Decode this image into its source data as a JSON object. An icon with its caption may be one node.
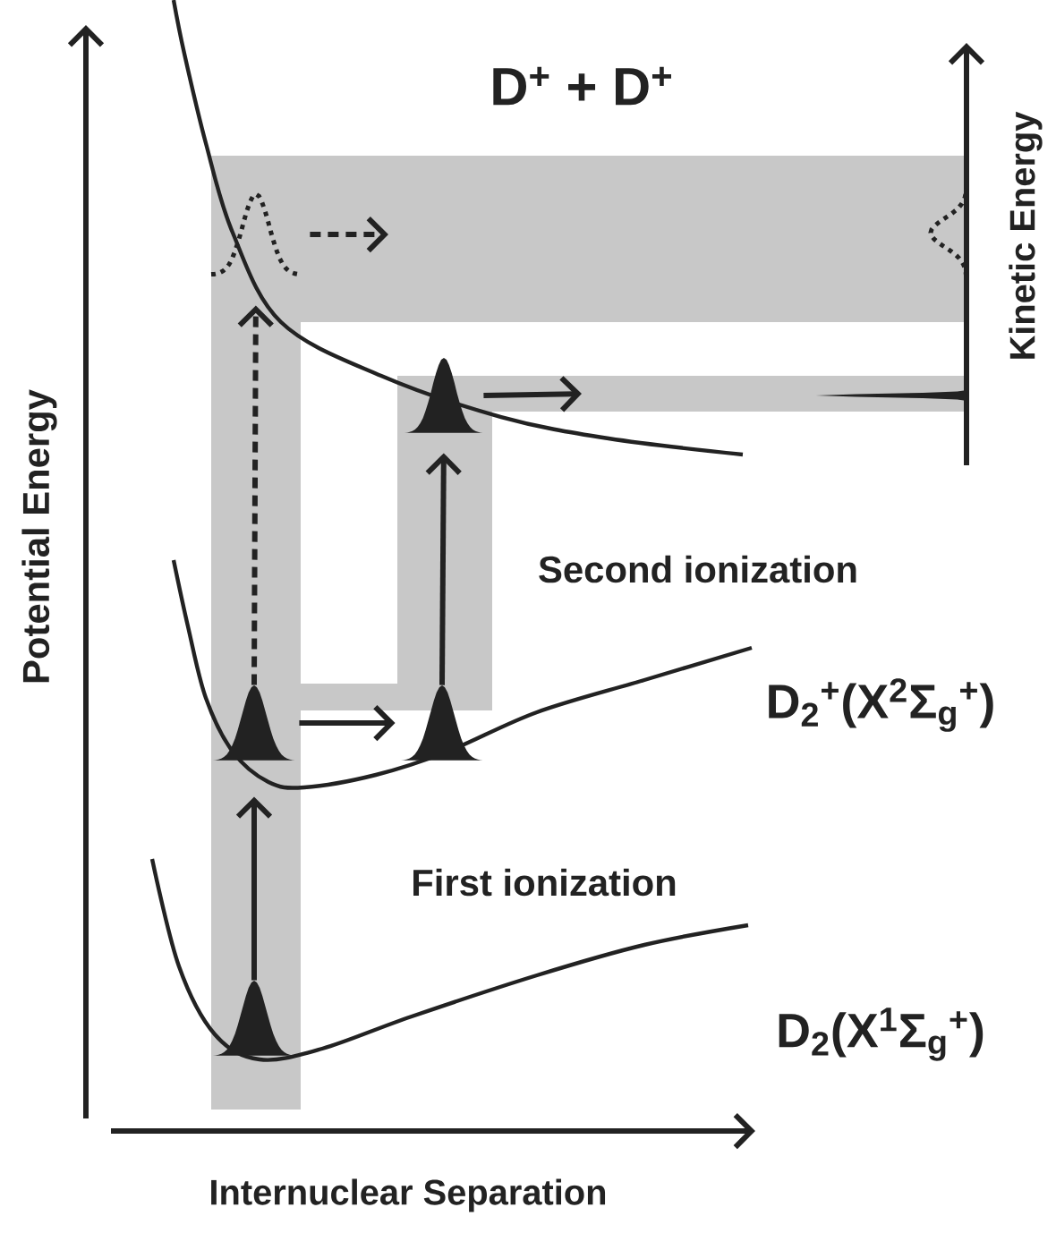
{
  "diagram": {
    "nodes": [
      {
        "text": [],
        "shape": "peak"
      },
      {
        "text": [],
        "shape": "peak"
      },
      {
        "text": [],
        "shape": "peak"
      },
      {
        "text": [],
        "shape": "peak"
      },
      {
        "text": [],
        "shape": "peak"
      },
      {
        "text": [],
        "shape": "peak"
      },
      {
        "text": [],
        "shape": "spike"
      }
    ],
    "edges": [
      {
        "from": 0,
        "to": 1,
        "arrow": "to"
      },
      {
        "from": 1,
        "to": 2,
        "arrow": "to"
      },
      {
        "from": 2,
        "to": 3,
        "arrow": "to"
      },
      {
        "from": 1,
        "to": 4,
        "arrow": "to",
        "style": "dashed"
      },
      {
        "from": 4,
        "to": null,
        "arrow": "to",
        "style": "dashed"
      },
      {
        "from": 3,
        "to": null,
        "arrow": "to"
      }
    ],
    "labels": [
      "D$^{+}$ + D$^{+}$",
      "Kinetic Energy",
      "Potential Energy",
      "Second ionization",
      "D$_{2}$$^{+}$(X$^{2}$Σ$_{g}$$^{+}$)",
      "First ionization",
      "D$_{2}$(X$^{1}$Σ$_{g}$$^{+}$)",
      "Internuclear Separation"
    ]
  }
}
